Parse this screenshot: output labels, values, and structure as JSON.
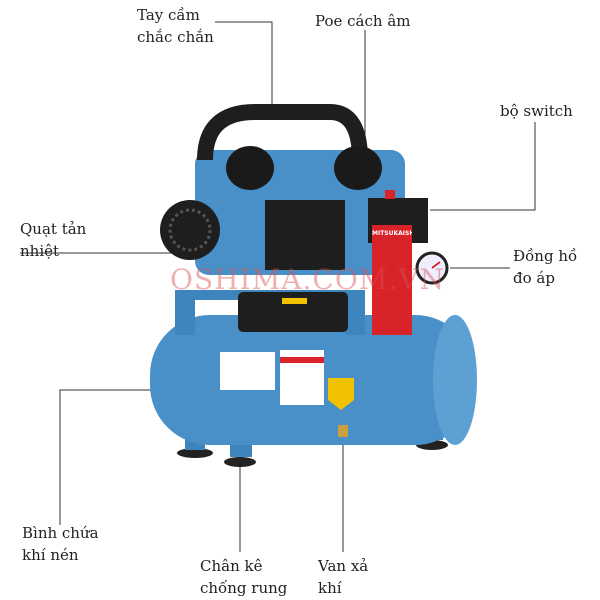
{
  "labels": {
    "handle": [
      "Tay cầm",
      "chắc chắn"
    ],
    "muffler": "Poe cách âm",
    "switch": "bộ switch",
    "fan": [
      "Quạt tản",
      "nhiệt"
    ],
    "gauge": [
      "Đồng hồ",
      "đo áp"
    ],
    "tank": [
      "Bình chứa",
      "khí nén"
    ],
    "feet": [
      "Chân kê",
      "chống rung"
    ],
    "valve": [
      "Van xả",
      "khí"
    ]
  },
  "watermark": "OSHIMA.COM.VN",
  "tag_brand": "MITSUKAISHO",
  "colors": {
    "body": "#4a90c8",
    "dark": "#1e1e1e",
    "tag": "#d9232a",
    "line": "#333333"
  }
}
